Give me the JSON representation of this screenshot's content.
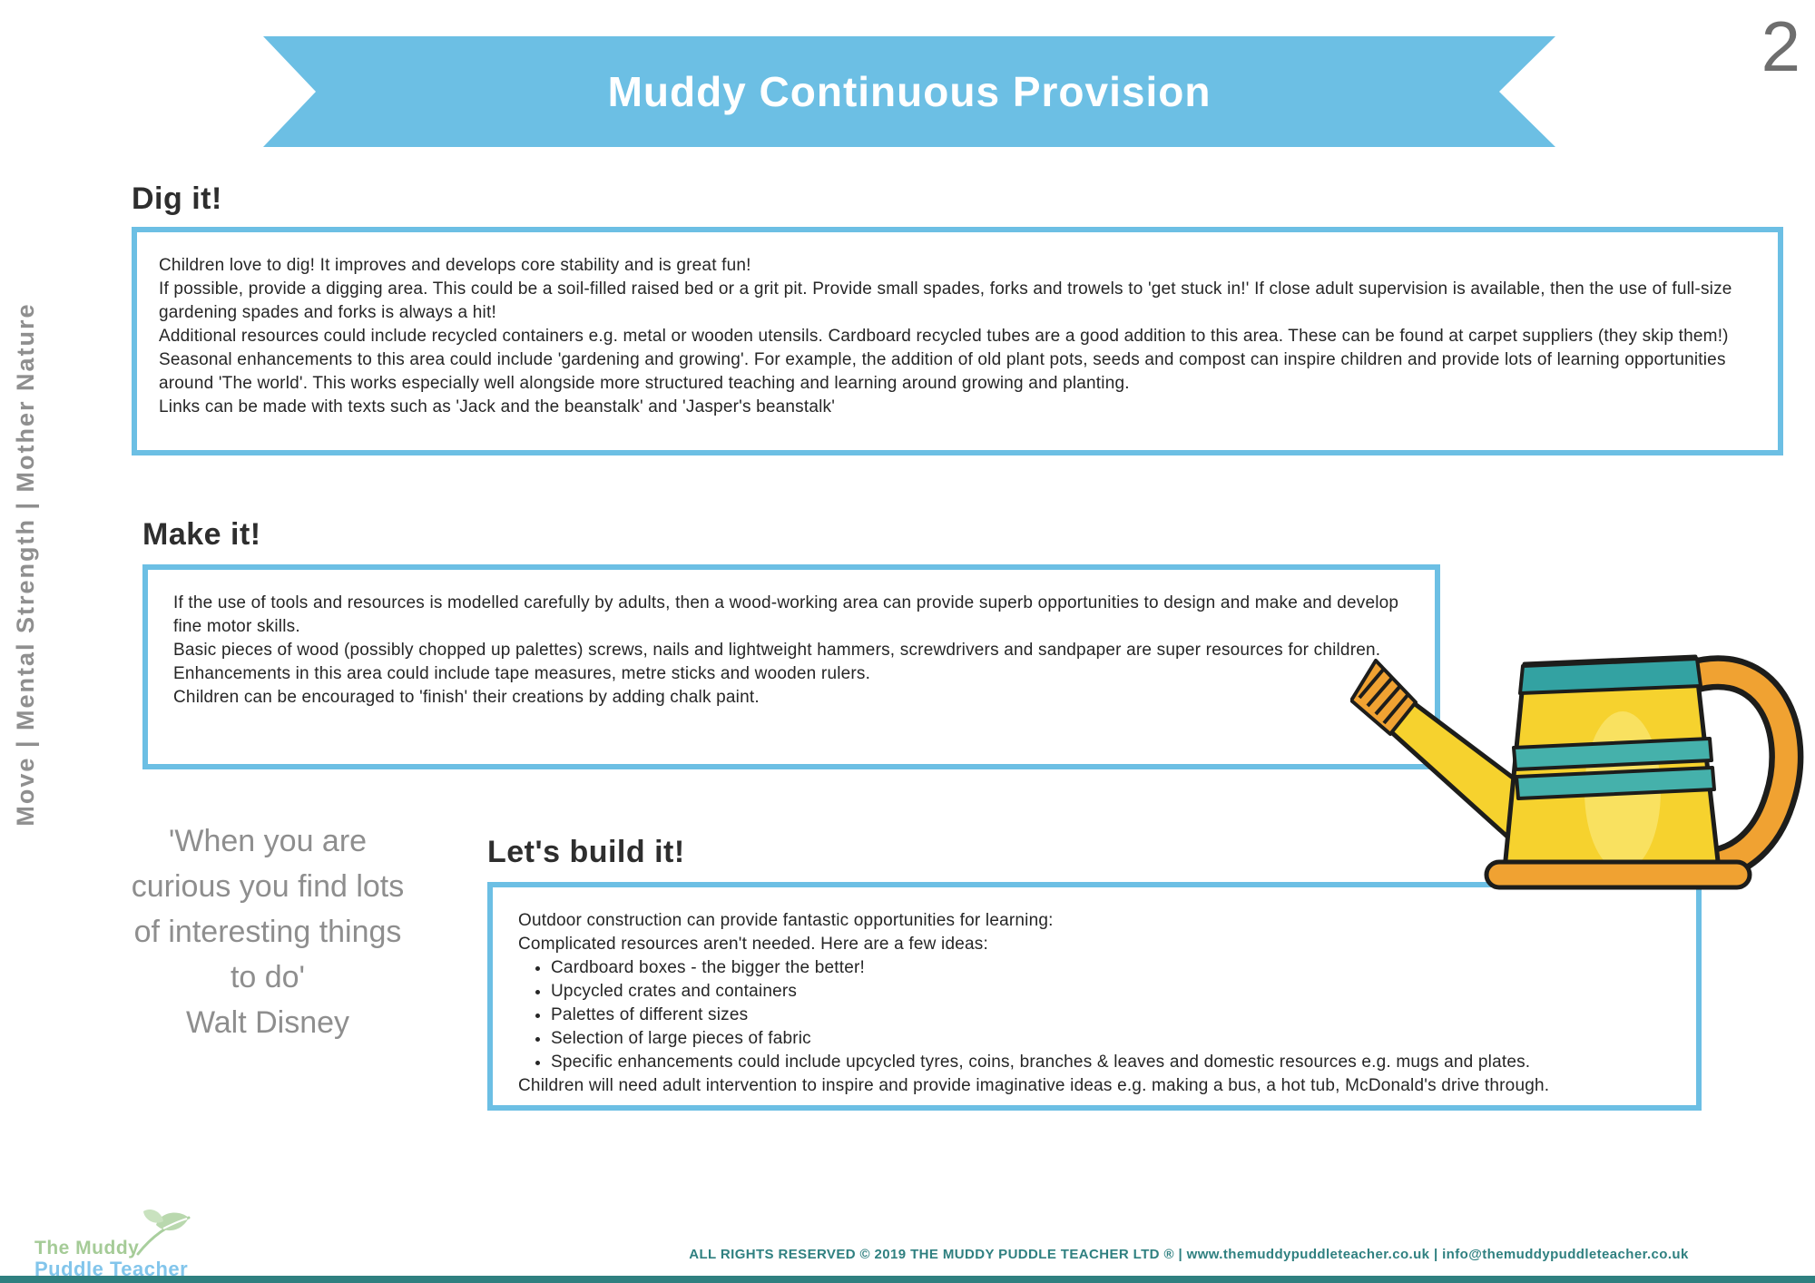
{
  "page": {
    "number": "2"
  },
  "banner": {
    "title": "Muddy Continuous Provision",
    "color": "#6cbfe4"
  },
  "sidebar": {
    "text": "Move | Mental Strength | Mother Nature"
  },
  "sections": {
    "dig": {
      "heading": "Dig it!",
      "paragraphs": [
        "Children love to dig! It improves and develops core stability and is great fun!",
        "If possible, provide a digging area. This could be a soil-filled raised bed or a grit pit. Provide small spades, forks and trowels to 'get stuck in!' If close adult supervision is available, then the use of full-size gardening spades and forks is always a hit!",
        "Additional resources could include recycled containers e.g. metal or wooden utensils. Cardboard recycled tubes are a good addition to this area. These can be found at carpet suppliers (they skip them!)",
        "Seasonal enhancements to this area could include 'gardening and growing'. For example, the addition of old plant pots, seeds and compost can inspire children and provide lots of learning opportunities around 'The world'. This works especially well alongside more structured teaching and learning around growing and planting.",
        "Links can be made with texts such as 'Jack and the beanstalk' and 'Jasper's beanstalk'"
      ]
    },
    "make": {
      "heading": "Make it!",
      "paragraphs": [
        "If the use of tools and resources is modelled carefully by adults, then a wood-working area can provide superb opportunities to design and make and develop fine motor skills.",
        "Basic pieces of wood (possibly chopped up palettes) screws, nails and lightweight hammers, screwdrivers and sandpaper are super resources for children.",
        "Enhancements in this area could include tape measures, metre sticks and wooden rulers.",
        "Children can be encouraged to 'finish' their creations by adding chalk paint."
      ]
    },
    "build": {
      "heading": "Let's build it!",
      "intro": [
        "Outdoor construction can provide fantastic opportunities for learning:",
        "Complicated resources aren't needed. Here are a few ideas:"
      ],
      "bullets": [
        "Cardboard boxes - the bigger the better!",
        "Upcycled crates and containers",
        "Palettes of different sizes",
        "Selection of large pieces of fabric",
        "Specific enhancements could include upcycled tyres, coins, branches & leaves and domestic resources e.g. mugs and plates."
      ],
      "outro": "Children will need adult intervention to inspire and provide imaginative ideas e.g. making a bus, a hot tub, McDonald's drive through."
    }
  },
  "quote": {
    "lines": [
      "'When you are",
      "curious you find lots",
      "of interesting things",
      "to do'"
    ],
    "attribution": "Walt Disney"
  },
  "illustration": {
    "name": "watering-can",
    "body_color": "#f6d22e",
    "stripe_color": "#45b1ab",
    "handle_color": "#f0a232"
  },
  "logo": {
    "line1": "The Muddy",
    "line2": "Puddle Teacher"
  },
  "footer": {
    "text": "ALL RIGHTS RESERVED © 2019 THE MUDDY PUDDLE TEACHER LTD ® | www.themuddypuddleteacher.co.uk | info@themuddypuddleteacher.co.uk"
  },
  "colors": {
    "accent_blue": "#6cbfe4",
    "footer_teal": "#2f8080",
    "gray_text": "#8e8e8e"
  }
}
